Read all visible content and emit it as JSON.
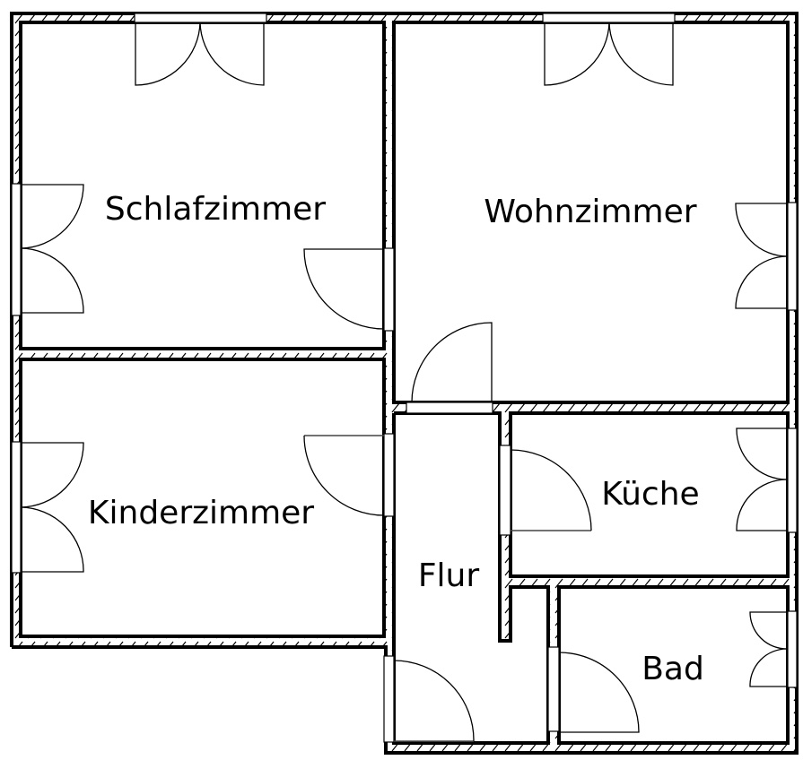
{
  "title": "Grundriss",
  "rooms": {
    "schlafzimmer": {
      "label": "Schlafzimmer"
    },
    "wohnzimmer": {
      "label": "Wohnzimmer"
    },
    "kinderzimmer": {
      "label": "Kinderzimmer"
    },
    "flur": {
      "label": "Flur"
    },
    "kueche": {
      "label": "Küche"
    },
    "bad": {
      "label": "Bad"
    }
  },
  "colors": {
    "wall": "#000000",
    "background": "#ffffff"
  }
}
